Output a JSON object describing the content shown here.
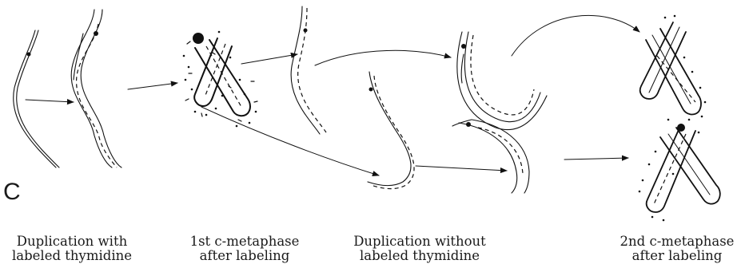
{
  "panel_letter": "C",
  "captions": [
    {
      "line1": "Duplication with",
      "line2": "labeled thymidine"
    },
    {
      "line1": "1st c-metaphase",
      "line2": "after labeling"
    },
    {
      "line1": "Duplication without",
      "line2": "labeled thymidine"
    },
    {
      "line1": "2nd c-metaphase",
      "line2": "after labeling"
    }
  ],
  "colors": {
    "ink": "#111111",
    "background": "#ffffff"
  },
  "icons": [
    "arrow-icon",
    "label-grain-dots"
  ]
}
